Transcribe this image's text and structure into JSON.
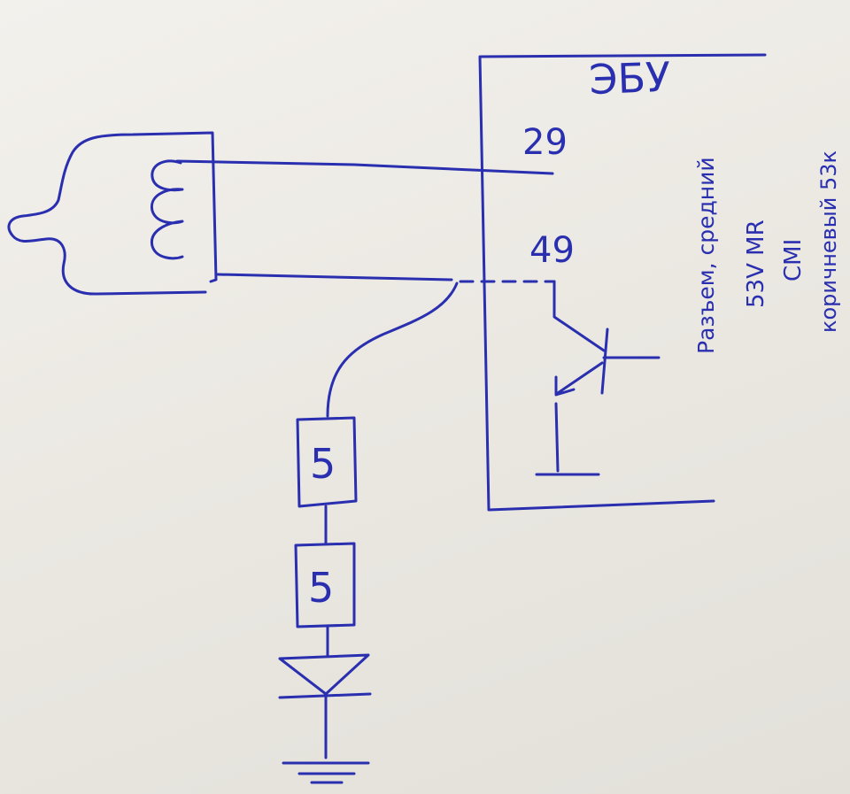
{
  "ecu": {
    "title": "ЭБУ",
    "pin_top": "29",
    "pin_bottom": "49"
  },
  "notes": {
    "line1": "Разъем, средний",
    "line2": "53V MR",
    "line3": "CMI",
    "line4": "коричневый 53к"
  },
  "resistors": {
    "upper_label": "5",
    "lower_label": "5"
  },
  "colors": {
    "ink": "#2a2fb0",
    "paper": "#eeebe6"
  }
}
